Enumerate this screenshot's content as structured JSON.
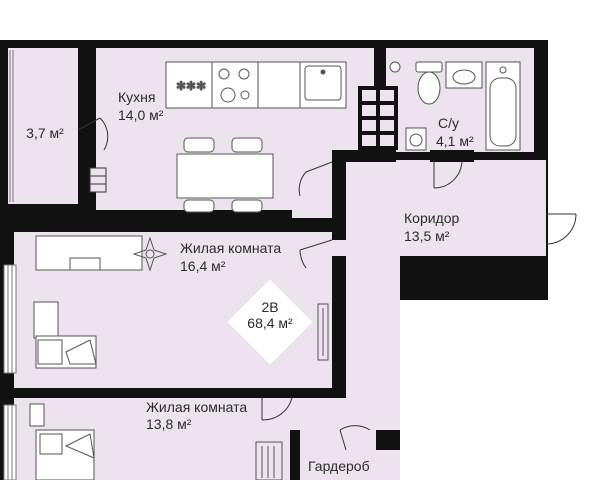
{
  "rooms": {
    "balcony": {
      "area": "3,7 м²"
    },
    "kitchen": {
      "name": "Кухня",
      "area": "14,0 м²"
    },
    "bathroom": {
      "name": "С/у",
      "area": "4,1 м²"
    },
    "corridor": {
      "name": "Коридор",
      "area": "13,5 м²"
    },
    "living1": {
      "name": "Жилая комната",
      "area": "16,4 м²"
    },
    "living2": {
      "name": "Жилая комната",
      "area": "13,8 м²"
    },
    "wardrobe": {
      "name": "Гардероб"
    }
  },
  "apartment": {
    "type": "2В",
    "total_area": "68,4 м²"
  },
  "colors": {
    "floor": "#ede3ef",
    "wall": "#111111",
    "badge": "#ffffff"
  }
}
